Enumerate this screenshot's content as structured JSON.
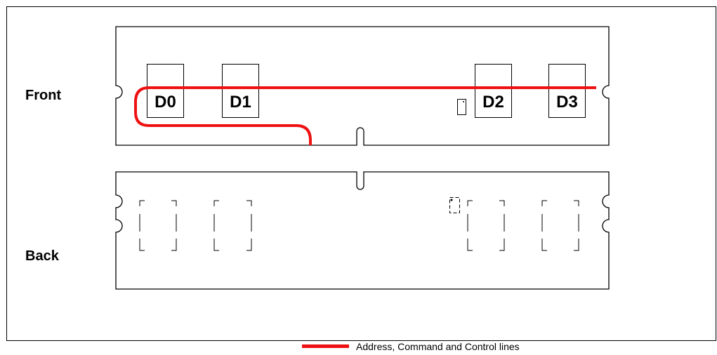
{
  "labels": {
    "front": "Front",
    "back": "Back"
  },
  "chips": {
    "front": [
      "D0",
      "D1",
      "D2",
      "D3"
    ]
  },
  "legend": {
    "line_label": "Address, Command and Control lines",
    "line_color": "#ee1111"
  },
  "colors": {
    "outline": "#000000",
    "trace": "#ee1111"
  }
}
